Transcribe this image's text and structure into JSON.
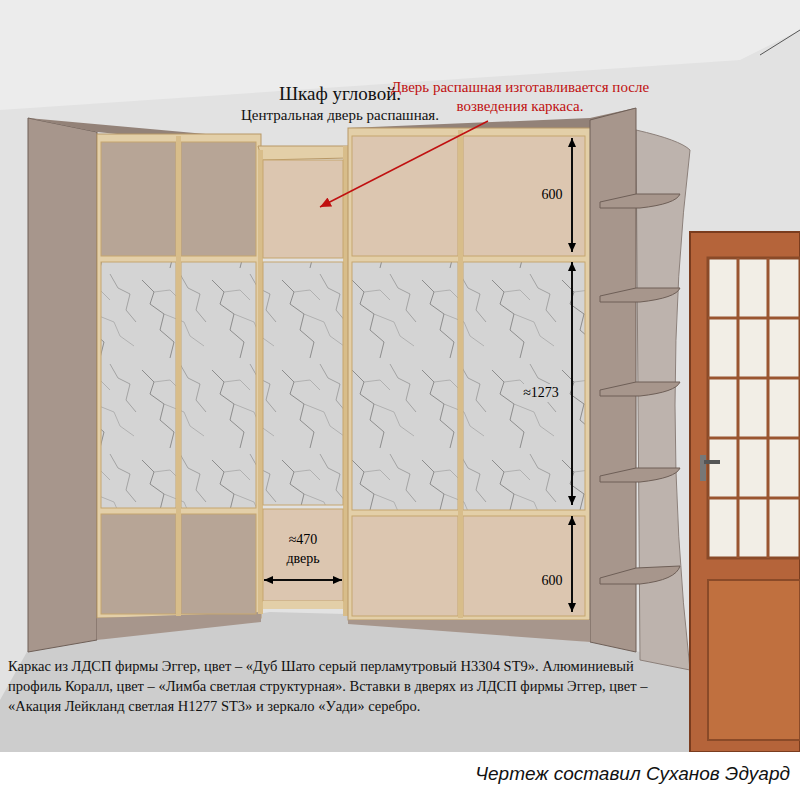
{
  "diagram": {
    "title": "Шкаф угловой.",
    "caption": "Каркас из ЛДСП фирмы Эггер, цвет – «Дуб Шато серый перламутровый H3304 ST9». Алюминиевый профиль Коралл, цвет – «Лимба светлая структурная». Вставки в дверях из ЛДСП фирмы Эггер, цвет – «Акация Лейкланд светлая H1277 ST3» и зеркало «Уади» серебро.",
    "labels": [
      "Центральная дверь распашная.",
      "Дверь распашная изготавливается после возведения каркаса.",
      "600",
      "≈1273",
      "600",
      "≈470",
      "дверь",
      "Чертеж составил Суханов Эдуард"
    ]
  }
}
